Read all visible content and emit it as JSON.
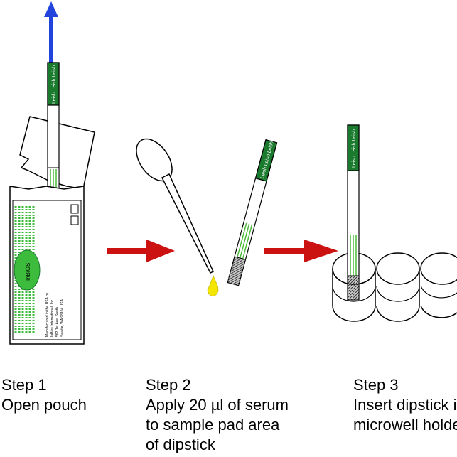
{
  "colors": {
    "strip_green": "#1a7a2e",
    "pad_green": "#4cbb3a",
    "arrow_red": "#cc1111",
    "arrow_blue": "#2244dd",
    "serum_yellow": "#f5e600",
    "pouch_green": "#3dbb3d",
    "outline": "#000000"
  },
  "strip": {
    "brand_label": "Leish Leish Leish"
  },
  "pouch": {
    "logo_text": "InBiOS",
    "manufacturer_lines": [
      "Manufactured in the USA by",
      "InBios International, Inc.",
      "562 1st Ave. South",
      "Seattle, WA 98104 USA"
    ]
  },
  "steps": [
    {
      "title": "Step 1",
      "lines": [
        "Open pouch"
      ]
    },
    {
      "title": "Step 2",
      "lines": [
        "Apply 20 µl of serum",
        "to sample pad area",
        "of dipstick"
      ]
    },
    {
      "title": "Step 3",
      "lines": [
        "Insert dipstick into",
        "microwell holder"
      ]
    }
  ]
}
